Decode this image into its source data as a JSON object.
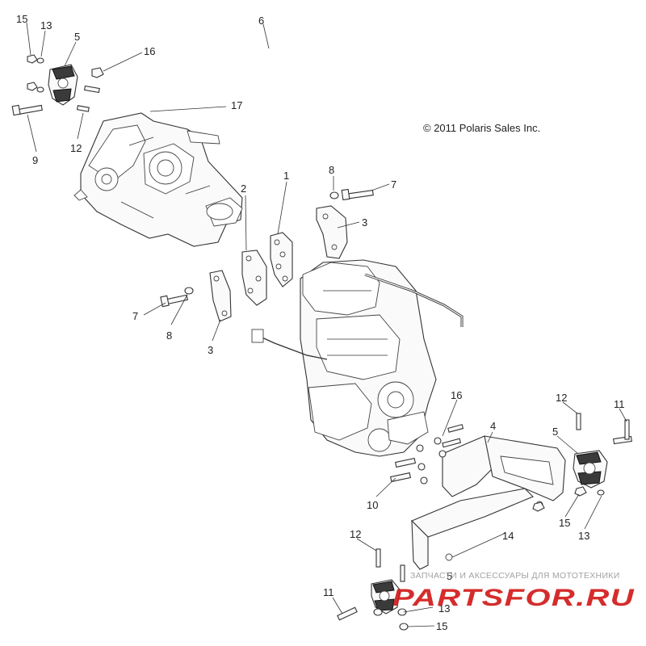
{
  "diagram": {
    "copyright": "© 2011 Polaris Sales Inc.",
    "callouts": [
      {
        "id": "c15a",
        "text": "15"
      },
      {
        "id": "c13a",
        "text": "13"
      },
      {
        "id": "c5a",
        "text": "5"
      },
      {
        "id": "c16a",
        "text": "16"
      },
      {
        "id": "c6",
        "text": "6"
      },
      {
        "id": "c17",
        "text": "17"
      },
      {
        "id": "c9",
        "text": "9"
      },
      {
        "id": "c12a",
        "text": "12"
      },
      {
        "id": "c1",
        "text": "1"
      },
      {
        "id": "c8a",
        "text": "8"
      },
      {
        "id": "c7a",
        "text": "7"
      },
      {
        "id": "c2",
        "text": "2"
      },
      {
        "id": "c3a",
        "text": "3"
      },
      {
        "id": "c7b",
        "text": "7"
      },
      {
        "id": "c8b",
        "text": "8"
      },
      {
        "id": "c3b",
        "text": "3"
      },
      {
        "id": "c16b",
        "text": "16"
      },
      {
        "id": "c4",
        "text": "4"
      },
      {
        "id": "c12b",
        "text": "12"
      },
      {
        "id": "c11a",
        "text": "11"
      },
      {
        "id": "c5b",
        "text": "5"
      },
      {
        "id": "c10",
        "text": "10"
      },
      {
        "id": "c15b",
        "text": "15"
      },
      {
        "id": "c13b",
        "text": "13"
      },
      {
        "id": "c14",
        "text": "14"
      },
      {
        "id": "c12c",
        "text": "12"
      },
      {
        "id": "c5c",
        "text": "5"
      },
      {
        "id": "c11b",
        "text": "11"
      },
      {
        "id": "c13c",
        "text": "13"
      },
      {
        "id": "c15c",
        "text": "15"
      }
    ]
  },
  "watermark": {
    "tagline": "ЗАПЧАСТИ И АКСЕССУАРЫ ДЛЯ МОТОТЕХНИКИ",
    "logo": "PARTSFOR.RU",
    "logo_color": "#d21b1b"
  }
}
